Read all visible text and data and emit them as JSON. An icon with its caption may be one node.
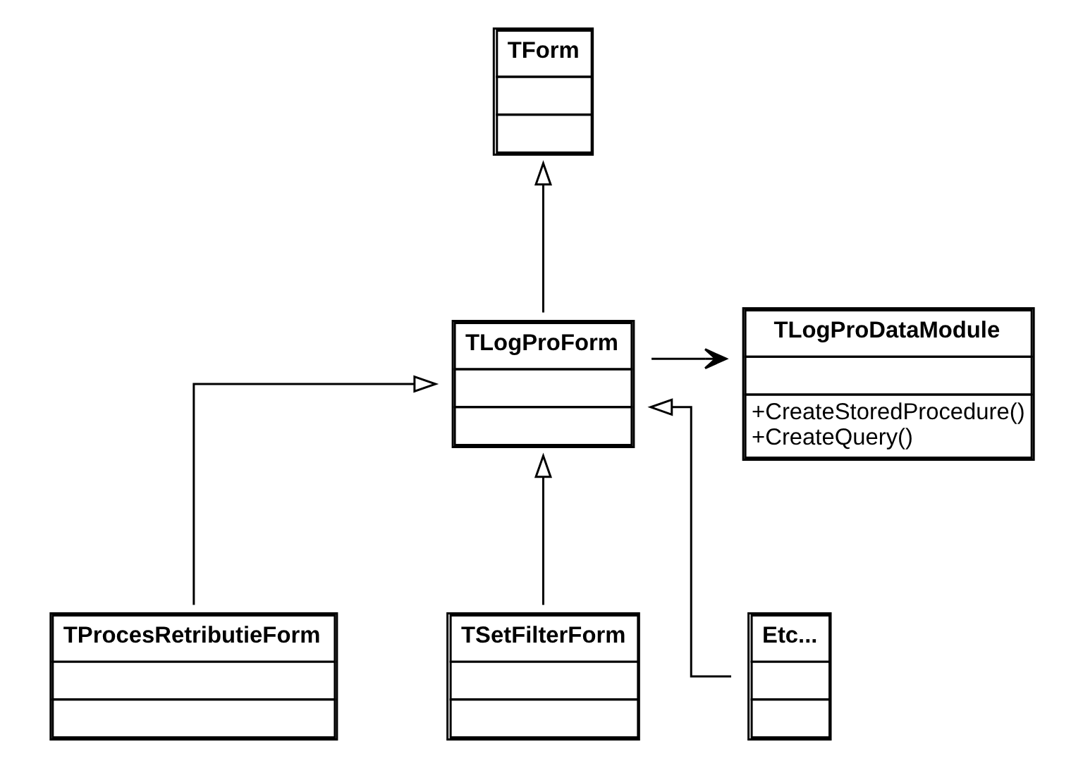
{
  "diagram": {
    "nodes": [
      {
        "text": [
          "TForm"
        ]
      },
      {
        "text": [
          "TLogProForm"
        ]
      },
      {
        "text": [
          "TLogProDataModule",
          "+CreateStoredProcedure()",
          "+CreateQuery()"
        ]
      },
      {
        "text": [
          "TProcesRetributieForm"
        ]
      },
      {
        "text": [
          "TSetFilterForm"
        ]
      },
      {
        "text": [
          "Etc..."
        ]
      }
    ],
    "edges": [
      {
        "from": 1,
        "to": 0,
        "arrow": "to"
      },
      {
        "from": 1,
        "to": 2,
        "arrow": "to"
      },
      {
        "from": 3,
        "to": 1,
        "arrow": "to"
      },
      {
        "from": 4,
        "to": 1,
        "arrow": "to"
      },
      {
        "from": 5,
        "to": 1,
        "arrow": "to"
      }
    ]
  }
}
